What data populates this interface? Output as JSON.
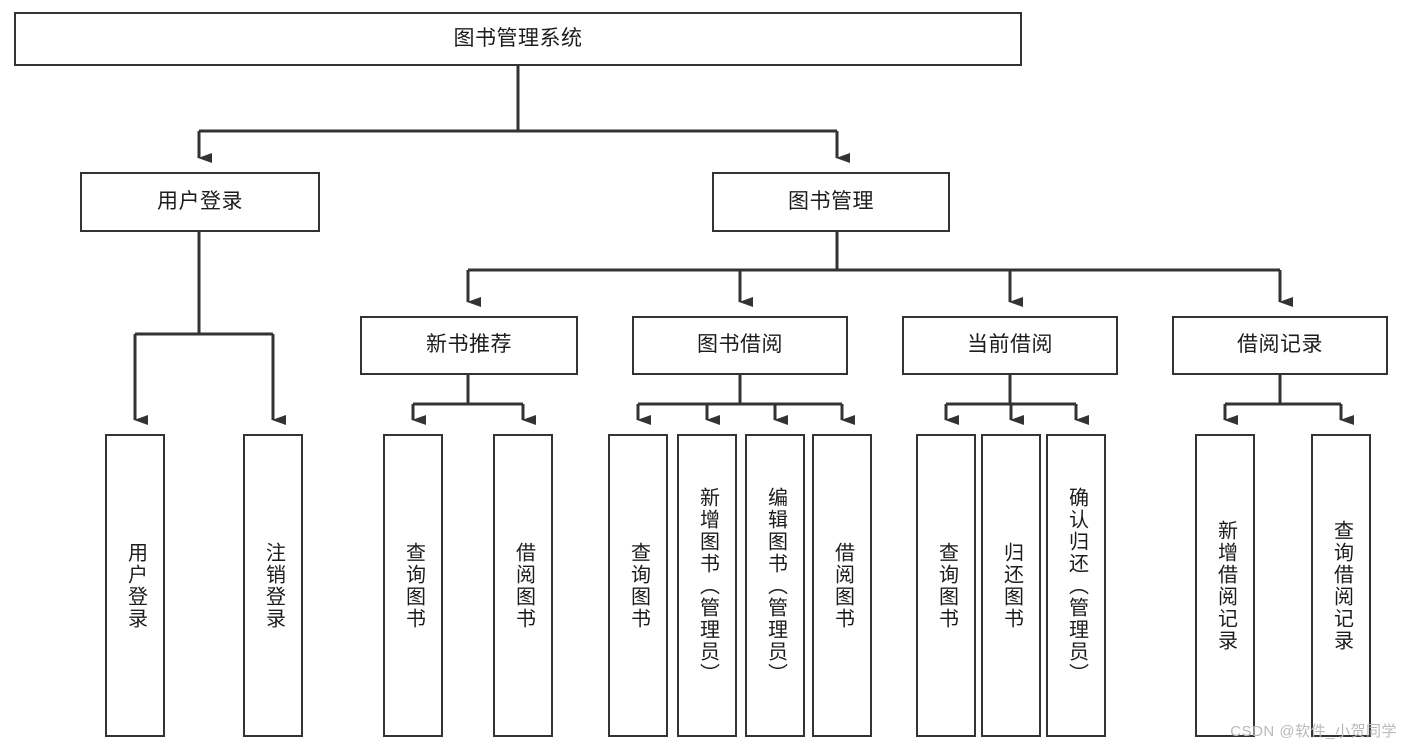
{
  "diagram": {
    "title": "图书管理系统",
    "type": "tree-hierarchy-chart",
    "watermark": "CSDN @软件_小贺同学",
    "colors": {
      "background": "#ffffff",
      "box_border": "#333333",
      "box_fill": "#ffffff",
      "text": "#1c1c1c",
      "connector": "#333333",
      "watermark": "#b9b9b9"
    },
    "root": {
      "label": "图书管理系统"
    },
    "level2": [
      {
        "label": "用户登录"
      },
      {
        "label": "图书管理"
      }
    ],
    "level3": [
      {
        "label": "新书推荐"
      },
      {
        "label": "图书借阅"
      },
      {
        "label": "当前借阅"
      },
      {
        "label": "借阅记录"
      }
    ],
    "leaves": {
      "user_login": [
        {
          "label": "用户登录"
        },
        {
          "label": "注销登录"
        }
      ],
      "new_book_recommend": [
        {
          "label": "查询图书"
        },
        {
          "label": "借阅图书"
        }
      ],
      "book_borrow": [
        {
          "label": "查询图书"
        },
        {
          "label": "新增图书（管理员）"
        },
        {
          "label": "编辑图书（管理员）"
        },
        {
          "label": "借阅图书"
        }
      ],
      "current_borrow": [
        {
          "label": "查询图书"
        },
        {
          "label": "归还图书"
        },
        {
          "label": "确认归还（管理员）"
        }
      ],
      "borrow_record": [
        {
          "label": "新增借阅记录"
        },
        {
          "label": "查询借阅记录"
        }
      ]
    }
  }
}
